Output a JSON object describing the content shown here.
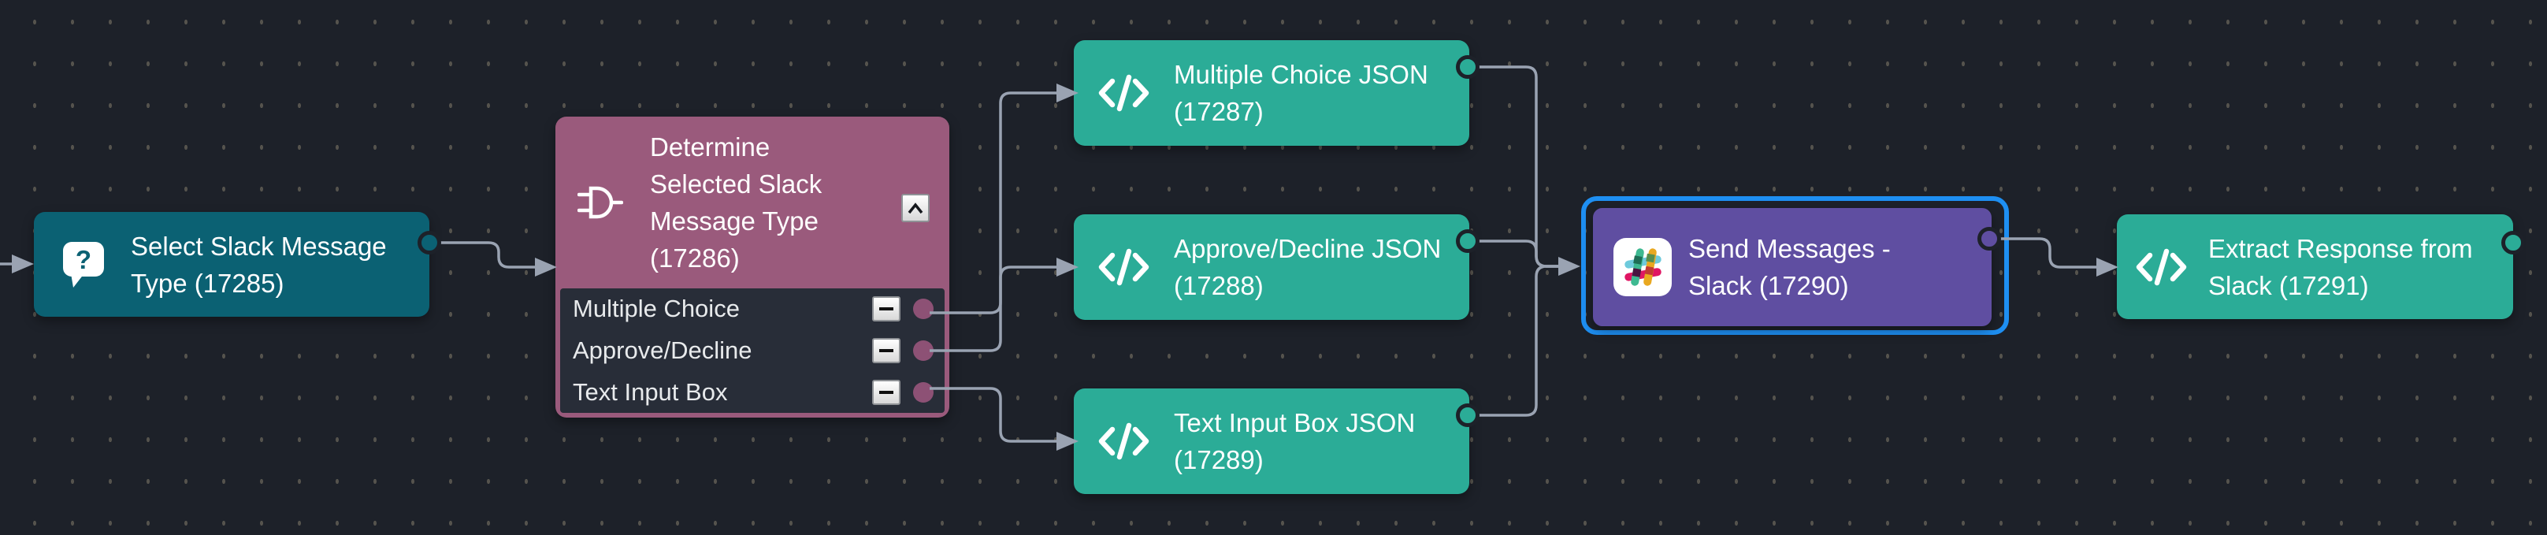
{
  "canvas": {
    "background": "#1d2129",
    "dot_color": "#55534d",
    "grid": "dotted"
  },
  "palette": {
    "wire": "#9aa3b2",
    "selection_border": "#1e8ff2",
    "question_node": "#0b6173",
    "router_node": "#9a5a7c",
    "router_body": "#282d38",
    "router_port": "#8d5175",
    "code_node": "#2bac97",
    "slack_node": "#5f4ea1"
  },
  "nodes": {
    "select": {
      "title": "Select Slack Message Type (17285)",
      "icon": "question-bubble-icon"
    },
    "determine": {
      "title": "Determine Selected Slack Message Type (17286)",
      "icon": "plug-icon",
      "collapse_button_icon": "chevron-up-icon",
      "outputs": [
        {
          "label": "Multiple Choice",
          "remove_button_icon": "minus-icon"
        },
        {
          "label": "Approve/Decline",
          "remove_button_icon": "minus-icon"
        },
        {
          "label": "Text Input Box",
          "remove_button_icon": "minus-icon"
        }
      ]
    },
    "multiple_choice_json": {
      "title": "Multiple Choice JSON (17287)",
      "icon": "code-icon"
    },
    "approve_decline_json": {
      "title": "Approve/Decline JSON (17288)",
      "icon": "code-icon"
    },
    "text_input_box_json": {
      "title": "Text Input Box JSON (17289)",
      "icon": "code-icon"
    },
    "send_messages_slack": {
      "title": "Send Messages - Slack (17290)",
      "icon": "slack-icon",
      "selected": true
    },
    "extract_response": {
      "title": "Extract Response from Slack (17291)",
      "icon": "code-icon"
    }
  },
  "connections": [
    {
      "from": "offscreen-left",
      "to": "select"
    },
    {
      "from": "select",
      "to": "determine"
    },
    {
      "from": "determine.Multiple Choice",
      "to": "multiple_choice_json"
    },
    {
      "from": "determine.Approve/Decline",
      "to": "approve_decline_json"
    },
    {
      "from": "determine.Text Input Box",
      "to": "text_input_box_json"
    },
    {
      "from": "multiple_choice_json",
      "to": "send_messages_slack"
    },
    {
      "from": "approve_decline_json",
      "to": "send_messages_slack"
    },
    {
      "from": "text_input_box_json",
      "to": "send_messages_slack"
    },
    {
      "from": "send_messages_slack",
      "to": "extract_response"
    }
  ]
}
